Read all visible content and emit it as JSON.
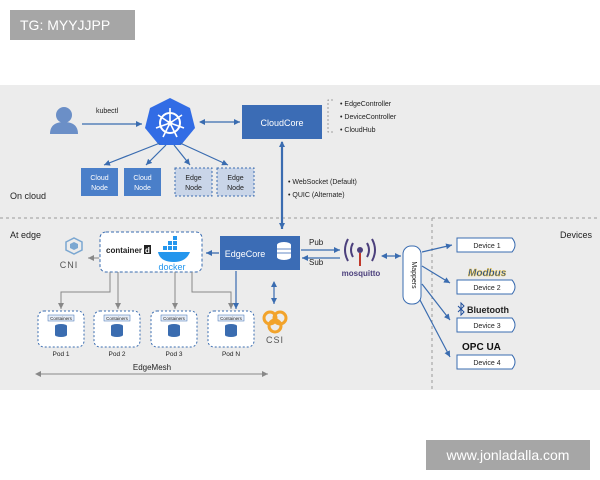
{
  "watermark_top": "TG: MYYJJPP",
  "watermark_bottom": "www.jonladalla.com",
  "cloud": {
    "label": "On cloud",
    "kubectl": "kubectl",
    "cloudcore": "CloudCore",
    "components": [
      "EdgeController",
      "DeviceController",
      "CloudHub"
    ],
    "nodes": [
      {
        "line1": "Cloud",
        "line2": "Node"
      },
      {
        "line1": "Cloud",
        "line2": "Node"
      },
      {
        "line1": "Edge",
        "line2": "Node"
      },
      {
        "line1": "Edge",
        "line2": "Node"
      }
    ],
    "protocols": [
      "WebSocket (Default)",
      "QUIC (Alternate)"
    ]
  },
  "edge": {
    "label": "At edge",
    "edgecore": "EdgeCore",
    "cni": "CNI",
    "containerd": "container",
    "containerd_badge": "d",
    "docker": "docker",
    "csi": "CSI",
    "pub": "Pub",
    "sub": "Sub",
    "mosquitto": "mosquitto",
    "mappers": "Mappers",
    "pods": [
      {
        "container": "Containers",
        "label": "Pod 1"
      },
      {
        "container": "Containers",
        "label": "Pod 2"
      },
      {
        "container": "Containers",
        "label": "Pod 3"
      },
      {
        "container": "Containers",
        "label": "Pod N"
      }
    ],
    "edgemesh": "EdgeMesh"
  },
  "devices": {
    "label": "Devices",
    "items": [
      {
        "label": "Device 1",
        "logo": ""
      },
      {
        "label": "Device 2",
        "logo": "Modbus"
      },
      {
        "label": "Device 3",
        "logo": "Bluetooth"
      },
      {
        "label": "Device 4",
        "logo": "OPC UA"
      }
    ]
  },
  "colors": {
    "panel": "#ececec",
    "blue": "#4472c4",
    "k8s": "#326ce5",
    "dark_blue": "#3b6cb5",
    "line": "#3a6cb0"
  }
}
